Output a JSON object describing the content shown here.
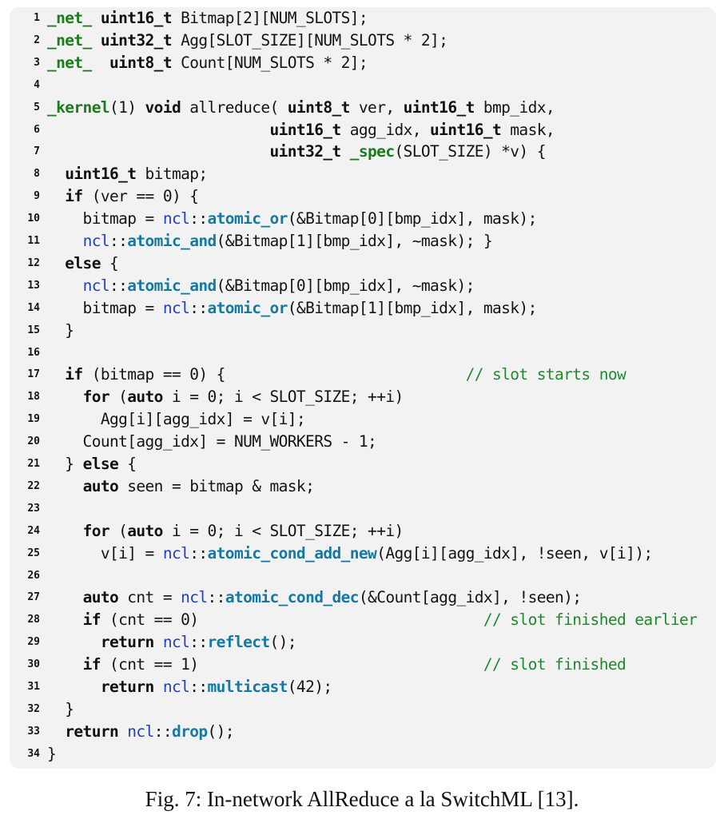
{
  "code": {
    "lines": [
      {
        "n": "1",
        "t": [
          [
            "_net_",
            "net"
          ],
          [
            " ",
            ""
          ],
          [
            "uint16_t",
            "type"
          ],
          [
            " Bitmap[2][NUM_SLOTS];",
            ""
          ]
        ]
      },
      {
        "n": "2",
        "t": [
          [
            "_net_",
            "net"
          ],
          [
            " ",
            ""
          ],
          [
            "uint32_t",
            "type"
          ],
          [
            " Agg[SLOT_SIZE][NUM_SLOTS * 2];",
            ""
          ]
        ]
      },
      {
        "n": "3",
        "t": [
          [
            "_net_",
            "net"
          ],
          [
            "  ",
            ""
          ],
          [
            "uint8_t",
            "type"
          ],
          [
            " Count[NUM_SLOTS * 2];",
            ""
          ]
        ]
      },
      {
        "n": "4",
        "t": []
      },
      {
        "n": "5",
        "t": [
          [
            "_kernel",
            "net"
          ],
          [
            "(1) ",
            ""
          ],
          [
            "void",
            "kw"
          ],
          [
            " allreduce( ",
            ""
          ],
          [
            "uint8_t",
            "type"
          ],
          [
            " ver, ",
            ""
          ],
          [
            "uint16_t",
            "type"
          ],
          [
            " bmp_idx,",
            ""
          ]
        ]
      },
      {
        "n": "6",
        "t": [
          [
            "                         ",
            ""
          ],
          [
            "uint16_t",
            "type"
          ],
          [
            " agg_idx, ",
            ""
          ],
          [
            "uint16_t",
            "type"
          ],
          [
            " mask,",
            ""
          ]
        ]
      },
      {
        "n": "7",
        "t": [
          [
            "                         ",
            ""
          ],
          [
            "uint32_t",
            "type"
          ],
          [
            " ",
            ""
          ],
          [
            "_spec",
            "spec"
          ],
          [
            "(SLOT_SIZE) *v) {",
            ""
          ]
        ]
      },
      {
        "n": "8",
        "t": [
          [
            "  ",
            ""
          ],
          [
            "uint16_t",
            "type"
          ],
          [
            " bitmap;",
            ""
          ]
        ]
      },
      {
        "n": "9",
        "t": [
          [
            "  ",
            ""
          ],
          [
            "if",
            "kw"
          ],
          [
            " (ver == 0) {",
            ""
          ]
        ]
      },
      {
        "n": "10",
        "t": [
          [
            "    bitmap = ",
            ""
          ],
          [
            "ncl",
            "ns"
          ],
          [
            "::",
            ""
          ],
          [
            "atomic_or",
            "fn"
          ],
          [
            "(&Bitmap[0][bmp_idx], mask);",
            ""
          ]
        ]
      },
      {
        "n": "11",
        "t": [
          [
            "    ",
            ""
          ],
          [
            "ncl",
            "ns"
          ],
          [
            "::",
            ""
          ],
          [
            "atomic_and",
            "fn"
          ],
          [
            "(&Bitmap[1][bmp_idx], ~mask); }",
            ""
          ]
        ]
      },
      {
        "n": "12",
        "t": [
          [
            "  ",
            ""
          ],
          [
            "else",
            "kw"
          ],
          [
            " {",
            ""
          ]
        ]
      },
      {
        "n": "13",
        "t": [
          [
            "    ",
            ""
          ],
          [
            "ncl",
            "ns"
          ],
          [
            "::",
            ""
          ],
          [
            "atomic_and",
            "fn"
          ],
          [
            "(&Bitmap[0][bmp_idx], ~mask);",
            ""
          ]
        ]
      },
      {
        "n": "14",
        "t": [
          [
            "    bitmap = ",
            ""
          ],
          [
            "ncl",
            "ns"
          ],
          [
            "::",
            ""
          ],
          [
            "atomic_or",
            "fn"
          ],
          [
            "(&Bitmap[1][bmp_idx], mask);",
            ""
          ]
        ]
      },
      {
        "n": "15",
        "t": [
          [
            "  }",
            ""
          ]
        ]
      },
      {
        "n": "16",
        "t": []
      },
      {
        "n": "17",
        "t": [
          [
            "  ",
            ""
          ],
          [
            "if",
            "kw"
          ],
          [
            " (bitmap == 0) {                           ",
            ""
          ],
          [
            "// slot starts now",
            "cm"
          ]
        ]
      },
      {
        "n": "18",
        "t": [
          [
            "    ",
            ""
          ],
          [
            "for",
            "kw"
          ],
          [
            " (",
            ""
          ],
          [
            "auto",
            "kw"
          ],
          [
            " i = 0; i < SLOT_SIZE; ++i)",
            ""
          ]
        ]
      },
      {
        "n": "19",
        "t": [
          [
            "      Agg[i][agg_idx] = v[i];",
            ""
          ]
        ]
      },
      {
        "n": "20",
        "t": [
          [
            "    Count[agg_idx] = NUM_WORKERS - 1;",
            ""
          ]
        ]
      },
      {
        "n": "21",
        "t": [
          [
            "  } ",
            ""
          ],
          [
            "else",
            "kw"
          ],
          [
            " {",
            ""
          ]
        ]
      },
      {
        "n": "22",
        "t": [
          [
            "    ",
            ""
          ],
          [
            "auto",
            "kw"
          ],
          [
            " seen = bitmap & mask;",
            ""
          ]
        ]
      },
      {
        "n": "23",
        "t": []
      },
      {
        "n": "24",
        "t": [
          [
            "    ",
            ""
          ],
          [
            "for",
            "kw"
          ],
          [
            " (",
            ""
          ],
          [
            "auto",
            "kw"
          ],
          [
            " i = 0; i < SLOT_SIZE; ++i)",
            ""
          ]
        ]
      },
      {
        "n": "25",
        "t": [
          [
            "      v[i] = ",
            ""
          ],
          [
            "ncl",
            "ns"
          ],
          [
            "::",
            ""
          ],
          [
            "atomic_cond_add_new",
            "fn"
          ],
          [
            "(Agg[i][agg_idx], !seen, v[i]);",
            ""
          ]
        ]
      },
      {
        "n": "26",
        "t": []
      },
      {
        "n": "27",
        "t": [
          [
            "    ",
            ""
          ],
          [
            "auto",
            "kw"
          ],
          [
            " cnt = ",
            ""
          ],
          [
            "ncl",
            "ns"
          ],
          [
            "::",
            ""
          ],
          [
            "atomic_cond_dec",
            "fn"
          ],
          [
            "(&Count[agg_idx], !seen);",
            ""
          ]
        ]
      },
      {
        "n": "28",
        "t": [
          [
            "    ",
            ""
          ],
          [
            "if",
            "kw"
          ],
          [
            " (cnt == 0)                                ",
            ""
          ],
          [
            "// slot finished earlier",
            "cm"
          ]
        ]
      },
      {
        "n": "29",
        "t": [
          [
            "      ",
            ""
          ],
          [
            "return",
            "kw"
          ],
          [
            " ",
            ""
          ],
          [
            "ncl",
            "ns"
          ],
          [
            "::",
            ""
          ],
          [
            "reflect",
            "fn"
          ],
          [
            "();",
            ""
          ]
        ]
      },
      {
        "n": "30",
        "t": [
          [
            "    ",
            ""
          ],
          [
            "if",
            "kw"
          ],
          [
            " (cnt == 1)                                ",
            ""
          ],
          [
            "// slot finished",
            "cm"
          ]
        ]
      },
      {
        "n": "31",
        "t": [
          [
            "      ",
            ""
          ],
          [
            "return",
            "kw"
          ],
          [
            " ",
            ""
          ],
          [
            "ncl",
            "ns"
          ],
          [
            "::",
            ""
          ],
          [
            "multicast",
            "fn"
          ],
          [
            "(42);",
            ""
          ]
        ]
      },
      {
        "n": "32",
        "t": [
          [
            "  }",
            ""
          ]
        ]
      },
      {
        "n": "33",
        "t": [
          [
            "  ",
            ""
          ],
          [
            "return",
            "kw"
          ],
          [
            " ",
            ""
          ],
          [
            "ncl",
            "ns"
          ],
          [
            "::",
            ""
          ],
          [
            "drop",
            "fn"
          ],
          [
            "();",
            ""
          ]
        ]
      },
      {
        "n": "34",
        "t": [
          [
            "}",
            ""
          ]
        ]
      }
    ]
  },
  "caption": "Fig. 7: In-network AllReduce a la SwitchML [13].",
  "colors": {
    "panel_bg": "#f2f2f2",
    "net_keyword": "#1e7a1e",
    "namespace": "#1f3fbf",
    "function": "#157aa3",
    "comment": "#1f8a2e"
  }
}
